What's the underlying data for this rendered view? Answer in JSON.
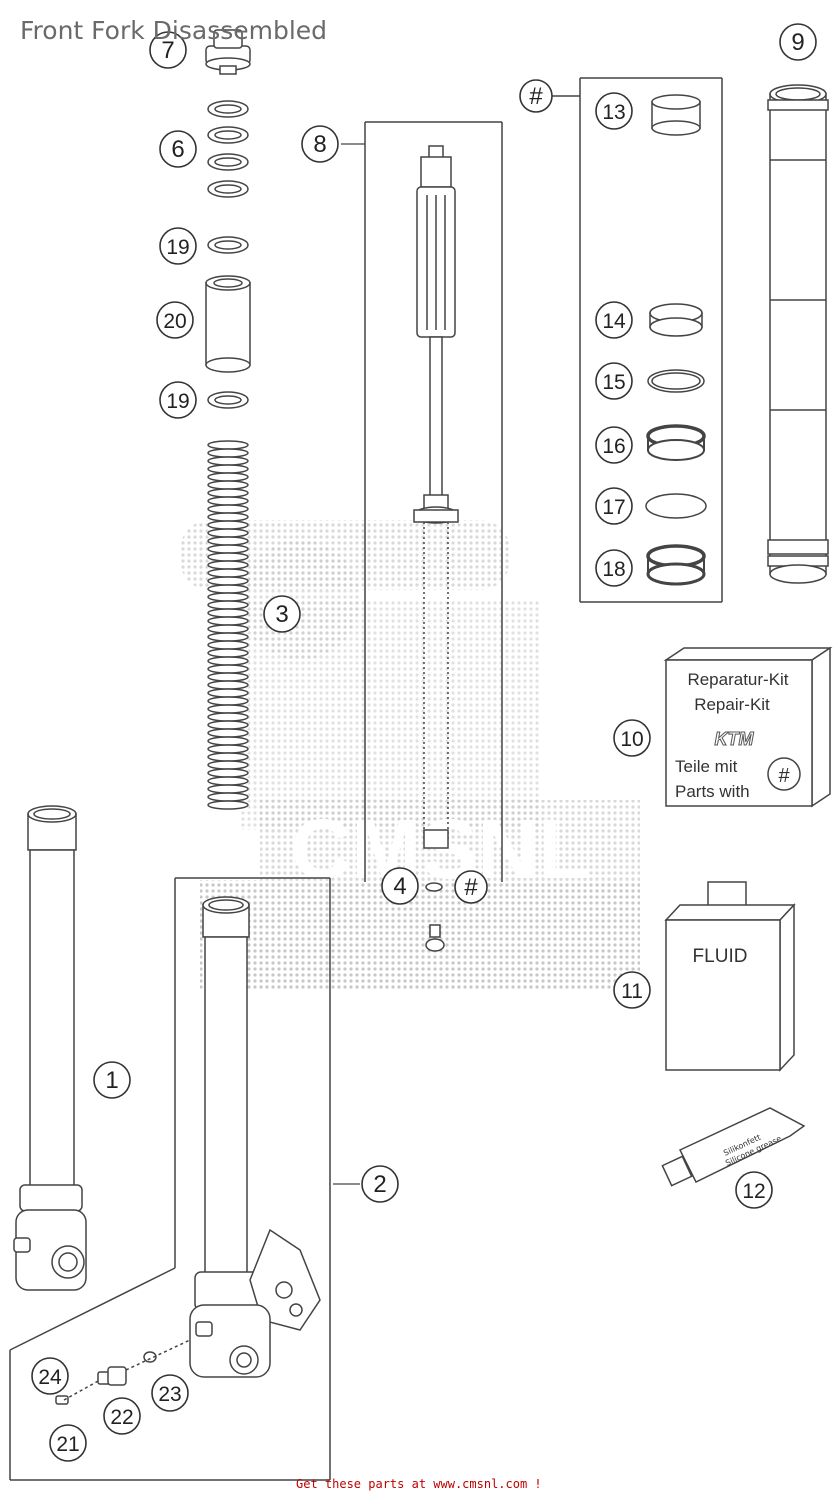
{
  "title": "Front Fork Disassembled",
  "footer": "Get these parts at www.cmsnl.com !",
  "callouts": [
    {
      "id": "c1",
      "label": "1"
    },
    {
      "id": "c2",
      "label": "2"
    },
    {
      "id": "c3",
      "label": "3"
    },
    {
      "id": "c4",
      "label": "4"
    },
    {
      "id": "c6",
      "label": "6"
    },
    {
      "id": "c7",
      "label": "7"
    },
    {
      "id": "c8",
      "label": "8"
    },
    {
      "id": "c9",
      "label": "9"
    },
    {
      "id": "c10",
      "label": "10"
    },
    {
      "id": "c11",
      "label": "11"
    },
    {
      "id": "c12",
      "label": "12"
    },
    {
      "id": "c13",
      "label": "13"
    },
    {
      "id": "c14",
      "label": "14"
    },
    {
      "id": "c15",
      "label": "15"
    },
    {
      "id": "c16",
      "label": "16"
    },
    {
      "id": "c17",
      "label": "17"
    },
    {
      "id": "c18",
      "label": "18"
    },
    {
      "id": "c19a",
      "label": "19"
    },
    {
      "id": "c19b",
      "label": "19"
    },
    {
      "id": "c20",
      "label": "20"
    },
    {
      "id": "c21",
      "label": "21"
    },
    {
      "id": "c22",
      "label": "22"
    },
    {
      "id": "c23",
      "label": "23"
    },
    {
      "id": "c24",
      "label": "24"
    },
    {
      "id": "hash1",
      "label": "#"
    },
    {
      "id": "hash2",
      "label": "#"
    }
  ],
  "repair_kit": {
    "line1": "Reparatur-Kit",
    "line2": "Repair-Kit",
    "brand": "KTM",
    "line3": "Teile mit",
    "line4": "Parts with",
    "marker": "#"
  },
  "fluid_label": "FLUID",
  "tube_label": "Silikonfett\nSilicone grease",
  "watermark": "CMSNL",
  "colors": {
    "line": "#444444",
    "title": "#6a6a6a",
    "footer": "#c00000",
    "watermark": "#b5b5b5"
  }
}
